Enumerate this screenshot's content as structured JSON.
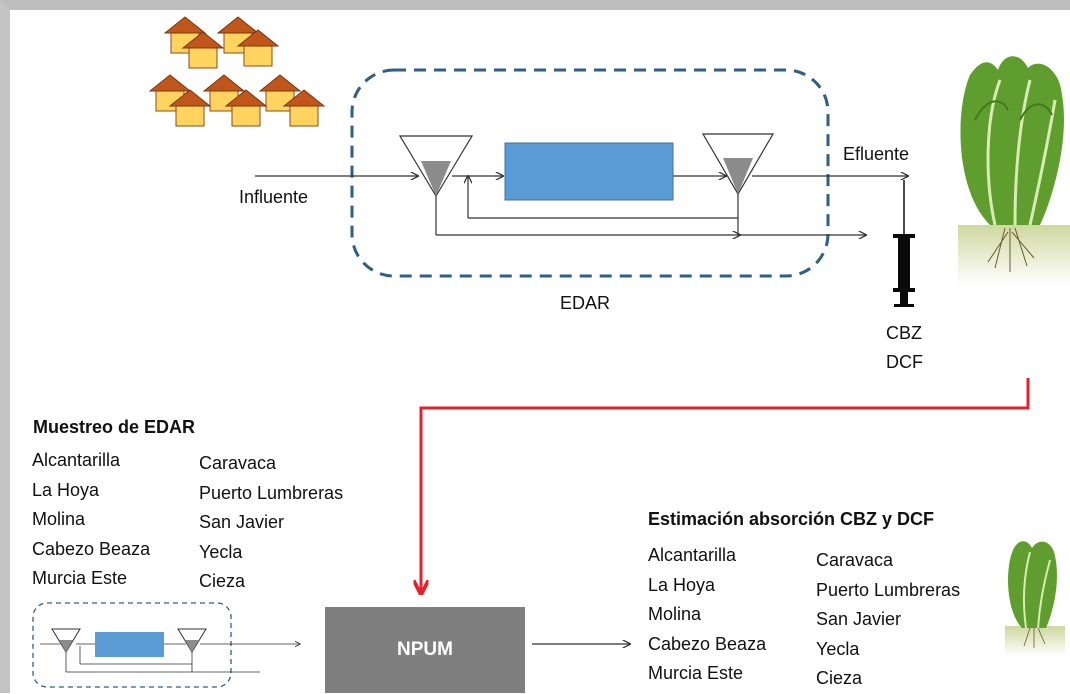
{
  "colors": {
    "basin": "#5b9bd5",
    "edar_dash": "#2f5f86",
    "red_arrow": "#e3222b",
    "npum_box": "#7f7f7f",
    "house_roof": "#c0561b",
    "house_wall": "#ffd45e"
  },
  "labels": {
    "influente": "Influente",
    "efluente": "Efluente",
    "edar": "EDAR",
    "cbz": "CBZ",
    "dcf": "DCF",
    "npum": "NPUM"
  },
  "sampling": {
    "title": "Muestreo de EDAR",
    "col1": [
      "Alcantarilla",
      "La Hoya",
      "Molina",
      "Cabezo Beaza",
      "Murcia Este"
    ],
    "col2": [
      "Caravaca",
      "Puerto Lumbreras",
      "San Javier",
      "Yecla",
      "Cieza"
    ]
  },
  "estimation": {
    "title": "Estimación absorción CBZ y DCF",
    "col1": [
      "Alcantarilla",
      "La Hoya",
      "Molina",
      "Cabezo Beaza",
      "Murcia Este"
    ],
    "col2": [
      "Caravaca",
      "Puerto Lumbreras",
      "San Javier",
      "Yecla",
      "Cieza"
    ]
  },
  "icons": [
    "house-icon",
    "lettuce-icon",
    "syringe-icon",
    "clarifier-icon",
    "reactor-basin-icon"
  ]
}
